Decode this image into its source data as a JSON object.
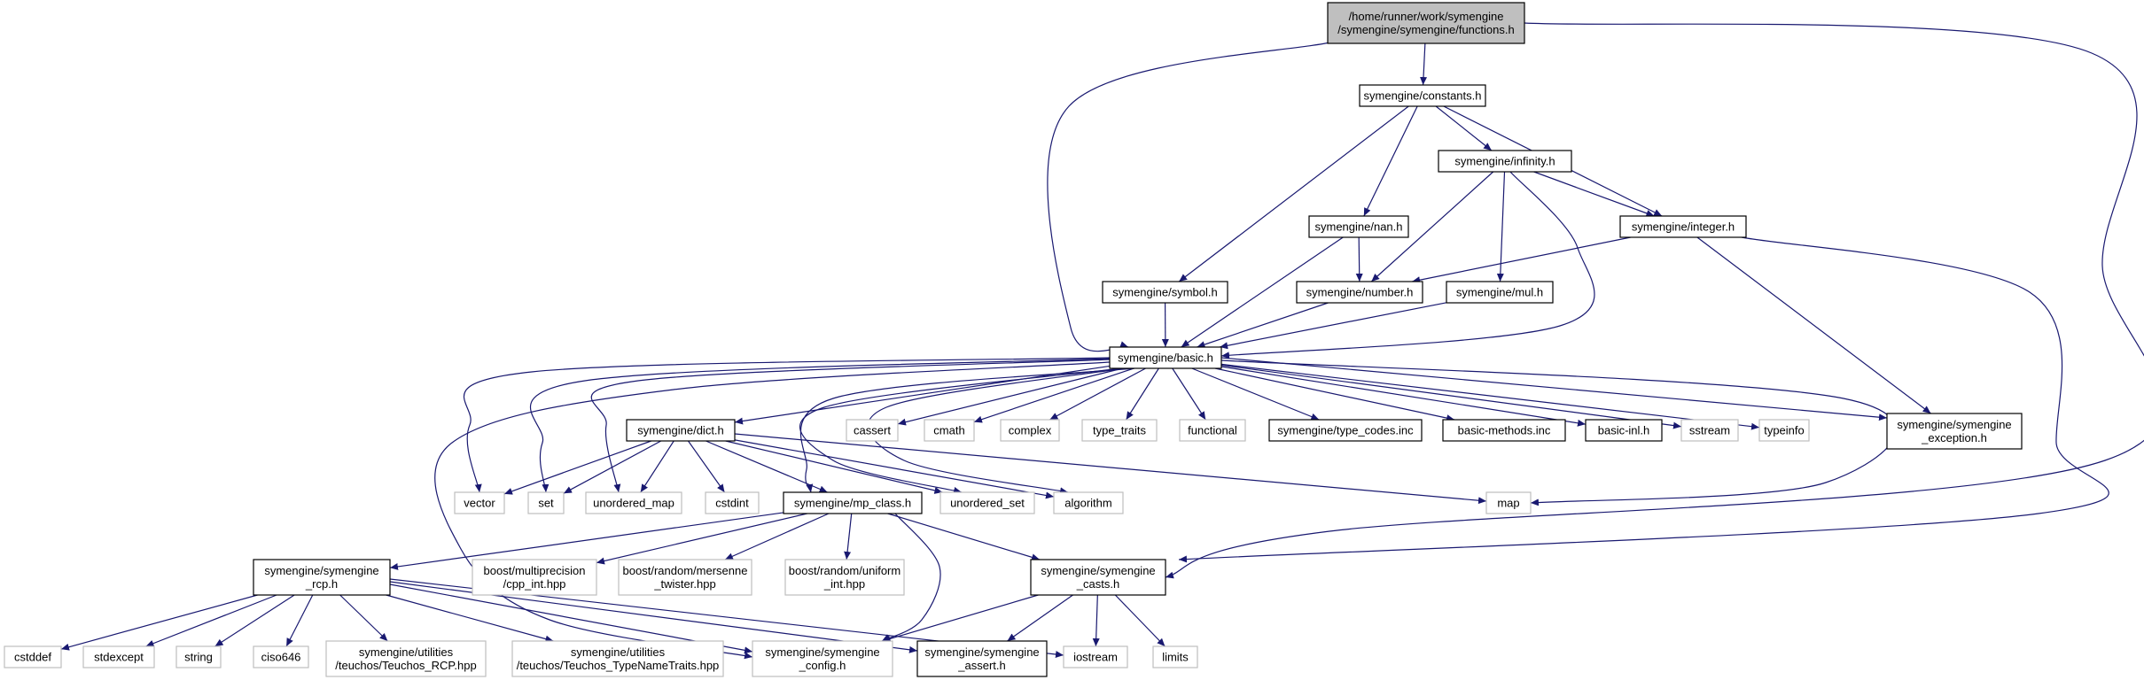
{
  "diagram": {
    "edge_color": "#191970",
    "root_fill": "#bfbfbf",
    "external_border": "#bfbfbf",
    "nodes": {
      "functions": {
        "lines": [
          "/home/runner/work/symengine",
          "/symengine/symengine/functions.h"
        ],
        "kind": "root"
      },
      "constants": {
        "lines": [
          "symengine/constants.h"
        ],
        "kind": "internal"
      },
      "infinity": {
        "lines": [
          "symengine/infinity.h"
        ],
        "kind": "internal"
      },
      "integer": {
        "lines": [
          "symengine/integer.h"
        ],
        "kind": "internal"
      },
      "nan": {
        "lines": [
          "symengine/nan.h"
        ],
        "kind": "internal"
      },
      "symbol": {
        "lines": [
          "symengine/symbol.h"
        ],
        "kind": "internal"
      },
      "number": {
        "lines": [
          "symengine/number.h"
        ],
        "kind": "internal"
      },
      "mul": {
        "lines": [
          "symengine/mul.h"
        ],
        "kind": "internal"
      },
      "basic": {
        "lines": [
          "symengine/basic.h"
        ],
        "kind": "internal"
      },
      "dict": {
        "lines": [
          "symengine/dict.h"
        ],
        "kind": "internal"
      },
      "cassert": {
        "lines": [
          "cassert"
        ],
        "kind": "external"
      },
      "cmath": {
        "lines": [
          "cmath"
        ],
        "kind": "external"
      },
      "complex": {
        "lines": [
          "complex"
        ],
        "kind": "external"
      },
      "type_traits": {
        "lines": [
          "type_traits"
        ],
        "kind": "external"
      },
      "functional": {
        "lines": [
          "functional"
        ],
        "kind": "external"
      },
      "type_codes": {
        "lines": [
          "symengine/type_codes.inc"
        ],
        "kind": "internal"
      },
      "basic_methods": {
        "lines": [
          "basic-methods.inc"
        ],
        "kind": "internal"
      },
      "basic_inl": {
        "lines": [
          "basic-inl.h"
        ],
        "kind": "internal"
      },
      "sstream": {
        "lines": [
          "sstream"
        ],
        "kind": "external"
      },
      "typeinfo": {
        "lines": [
          "typeinfo"
        ],
        "kind": "external"
      },
      "exception": {
        "lines": [
          "symengine/symengine",
          "_exception.h"
        ],
        "kind": "internal"
      },
      "vector": {
        "lines": [
          "vector"
        ],
        "kind": "external"
      },
      "set": {
        "lines": [
          "set"
        ],
        "kind": "external"
      },
      "unordered_map": {
        "lines": [
          "unordered_map"
        ],
        "kind": "external"
      },
      "cstdint": {
        "lines": [
          "cstdint"
        ],
        "kind": "external"
      },
      "mp_class": {
        "lines": [
          "symengine/mp_class.h"
        ],
        "kind": "internal"
      },
      "unordered_set": {
        "lines": [
          "unordered_set"
        ],
        "kind": "external"
      },
      "algorithm": {
        "lines": [
          "algorithm"
        ],
        "kind": "external"
      },
      "map": {
        "lines": [
          "map"
        ],
        "kind": "external"
      },
      "rcp": {
        "lines": [
          "symengine/symengine",
          "_rcp.h"
        ],
        "kind": "internal"
      },
      "cpp_int": {
        "lines": [
          "boost/multiprecision",
          "/cpp_int.hpp"
        ],
        "kind": "external"
      },
      "mersenne": {
        "lines": [
          "boost/random/mersenne",
          "_twister.hpp"
        ],
        "kind": "external"
      },
      "uniform_int": {
        "lines": [
          "boost/random/uniform",
          "_int.hpp"
        ],
        "kind": "external"
      },
      "casts": {
        "lines": [
          "symengine/symengine",
          "_casts.h"
        ],
        "kind": "internal"
      },
      "cstddef": {
        "lines": [
          "cstddef"
        ],
        "kind": "external"
      },
      "stdexcept": {
        "lines": [
          "stdexcept"
        ],
        "kind": "external"
      },
      "string": {
        "lines": [
          "string"
        ],
        "kind": "external"
      },
      "ciso646": {
        "lines": [
          "ciso646"
        ],
        "kind": "external"
      },
      "teuchos_rcp": {
        "lines": [
          "symengine/utilities",
          "/teuchos/Teuchos_RCP.hpp"
        ],
        "kind": "external"
      },
      "teuchos_tnt": {
        "lines": [
          "symengine/utilities",
          "/teuchos/Teuchos_TypeNameTraits.hpp"
        ],
        "kind": "external"
      },
      "config": {
        "lines": [
          "symengine/symengine",
          "_config.h"
        ],
        "kind": "external"
      },
      "assert": {
        "lines": [
          "symengine/symengine",
          "_assert.h"
        ],
        "kind": "internal"
      },
      "iostream": {
        "lines": [
          "iostream"
        ],
        "kind": "external"
      },
      "limits": {
        "lines": [
          "limits"
        ],
        "kind": "external"
      }
    },
    "edges": [
      [
        "functions",
        "constants"
      ],
      [
        "functions",
        "basic"
      ],
      [
        "functions",
        "casts"
      ],
      [
        "constants",
        "infinity"
      ],
      [
        "constants",
        "integer"
      ],
      [
        "constants",
        "nan"
      ],
      [
        "constants",
        "symbol"
      ],
      [
        "infinity",
        "integer"
      ],
      [
        "infinity",
        "number"
      ],
      [
        "infinity",
        "mul"
      ],
      [
        "infinity",
        "basic"
      ],
      [
        "nan",
        "number"
      ],
      [
        "nan",
        "basic"
      ],
      [
        "integer",
        "number"
      ],
      [
        "integer",
        "exception"
      ],
      [
        "integer",
        "casts"
      ],
      [
        "symbol",
        "basic"
      ],
      [
        "number",
        "basic"
      ],
      [
        "mul",
        "basic"
      ],
      [
        "basic",
        "dict"
      ],
      [
        "basic",
        "cassert"
      ],
      [
        "basic",
        "cmath"
      ],
      [
        "basic",
        "complex"
      ],
      [
        "basic",
        "type_traits"
      ],
      [
        "basic",
        "functional"
      ],
      [
        "basic",
        "type_codes"
      ],
      [
        "basic",
        "basic_methods"
      ],
      [
        "basic",
        "basic_inl"
      ],
      [
        "basic",
        "sstream"
      ],
      [
        "basic",
        "typeinfo"
      ],
      [
        "basic",
        "exception"
      ],
      [
        "basic",
        "vector"
      ],
      [
        "basic",
        "set"
      ],
      [
        "basic",
        "unordered_map"
      ],
      [
        "basic",
        "unordered_set"
      ],
      [
        "basic",
        "algorithm"
      ],
      [
        "basic",
        "map"
      ],
      [
        "basic",
        "mp_class"
      ],
      [
        "basic",
        "config"
      ],
      [
        "dict",
        "vector"
      ],
      [
        "dict",
        "set"
      ],
      [
        "dict",
        "unordered_map"
      ],
      [
        "dict",
        "cstdint"
      ],
      [
        "dict",
        "mp_class"
      ],
      [
        "dict",
        "unordered_set"
      ],
      [
        "dict",
        "algorithm"
      ],
      [
        "dict",
        "map"
      ],
      [
        "mp_class",
        "rcp"
      ],
      [
        "mp_class",
        "cpp_int"
      ],
      [
        "mp_class",
        "mersenne"
      ],
      [
        "mp_class",
        "uniform_int"
      ],
      [
        "mp_class",
        "casts"
      ],
      [
        "mp_class",
        "config"
      ],
      [
        "rcp",
        "cstddef"
      ],
      [
        "rcp",
        "stdexcept"
      ],
      [
        "rcp",
        "string"
      ],
      [
        "rcp",
        "ciso646"
      ],
      [
        "rcp",
        "teuchos_rcp"
      ],
      [
        "rcp",
        "teuchos_tnt"
      ],
      [
        "rcp",
        "config"
      ],
      [
        "rcp",
        "assert"
      ],
      [
        "rcp",
        "iostream"
      ],
      [
        "casts",
        "config"
      ],
      [
        "casts",
        "assert"
      ],
      [
        "casts",
        "iostream"
      ],
      [
        "casts",
        "limits"
      ]
    ]
  }
}
